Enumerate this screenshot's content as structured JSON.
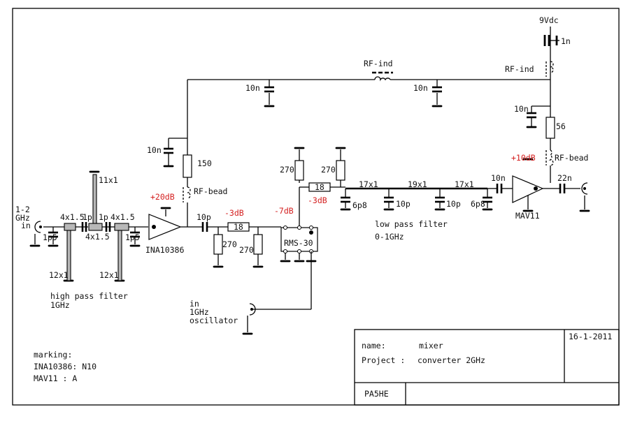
{
  "schematic": {
    "input": {
      "label_line1": "1-2",
      "label_line2": "GHz",
      "label_line3": "in"
    },
    "hpf": {
      "cap_left": "1p5",
      "cap_right": "1p5",
      "coupling_left": "1p",
      "coupling_right": "1p",
      "line_left": "4x1.5",
      "line_mid": "4x1.5",
      "line_right": "4x1.5",
      "stub_top": "11x1",
      "stub_bottom_left": "12x1",
      "stub_bottom_right": "12x1",
      "caption_line1": "high pass filter",
      "caption_line2": "1GHz"
    },
    "amp1": {
      "name": "INA10386",
      "gain": "+20dB",
      "bias_resistor": "150",
      "bias_bead": "RF-bead",
      "bias_cap": "10n",
      "out_cap": "10p"
    },
    "attenuator": {
      "loss": "-3dB",
      "series": "18",
      "shunt_left": "270",
      "shunt_right": "270"
    },
    "mixer": {
      "name": "RMS-30",
      "loss": "-7dB",
      "resistor_a": "270",
      "resistor_b": "270"
    },
    "lpf": {
      "series_resistor": "18",
      "loss": "-3dB",
      "line1": "17x1",
      "line2": "19x1",
      "line3": "17x1",
      "cap1": "6p8",
      "cap2": "10p",
      "cap3": "10p",
      "cap4": "6p8",
      "caption_line1": "low pass filter",
      "caption_line2": "0-1GHz"
    },
    "oscillator": {
      "label_line1": "in",
      "label_line2": "1GHz",
      "label_line3": "oscillator"
    },
    "amp2": {
      "name": "MAV11",
      "gain": "+10dB",
      "in_cap": "10n",
      "out_cap": "22n",
      "bias_resistor": "56",
      "bias_bead": "RF-bead",
      "bias_cap": "10n"
    },
    "supply": {
      "voltage": "9Vdc",
      "cap": "1n",
      "choke": "RF-ind",
      "choke_top": "RF-ind",
      "cap_a": "10n",
      "cap_b": "10n"
    },
    "marking": {
      "heading": "marking:",
      "line1": "INA10386: N10",
      "line2": "MAV11 : A"
    }
  },
  "title_block": {
    "date": "16-1-2011",
    "name_label": "name:",
    "name_value": "mixer",
    "project_label": "Project :",
    "project_value": "converter 2GHz",
    "author": "PA5HE"
  },
  "colors": {
    "ink": "#000000",
    "gain_text": "#d42020",
    "stub": "#b8b8b8"
  }
}
